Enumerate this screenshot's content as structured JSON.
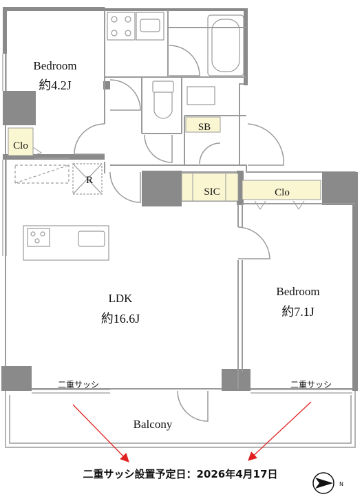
{
  "rooms": {
    "bedroom_north": {
      "label": "Bedroom",
      "size": "約4.2J"
    },
    "bedroom_south": {
      "label": "Bedroom",
      "size": "約7.1J"
    },
    "ldk": {
      "label": "LDK",
      "size": "約16.6J"
    },
    "closet_north": {
      "label": "Clo"
    },
    "closet_south": {
      "label": "Clo"
    },
    "shoe_box": {
      "label": "SB"
    },
    "walk_in_closet": {
      "label": "SIC"
    },
    "fridge": {
      "label": "R"
    },
    "balcony": {
      "label": "Balcony"
    }
  },
  "windows": {
    "double_sash_left": "二重サッシ",
    "double_sash_right": "二重サッシ"
  },
  "notice": "二重サッシ設置予定日：2026年4月17日",
  "colors": {
    "wall": "#8a8a8a",
    "closet_fill": "#fbf6d2",
    "arrow": "#e02020"
  }
}
